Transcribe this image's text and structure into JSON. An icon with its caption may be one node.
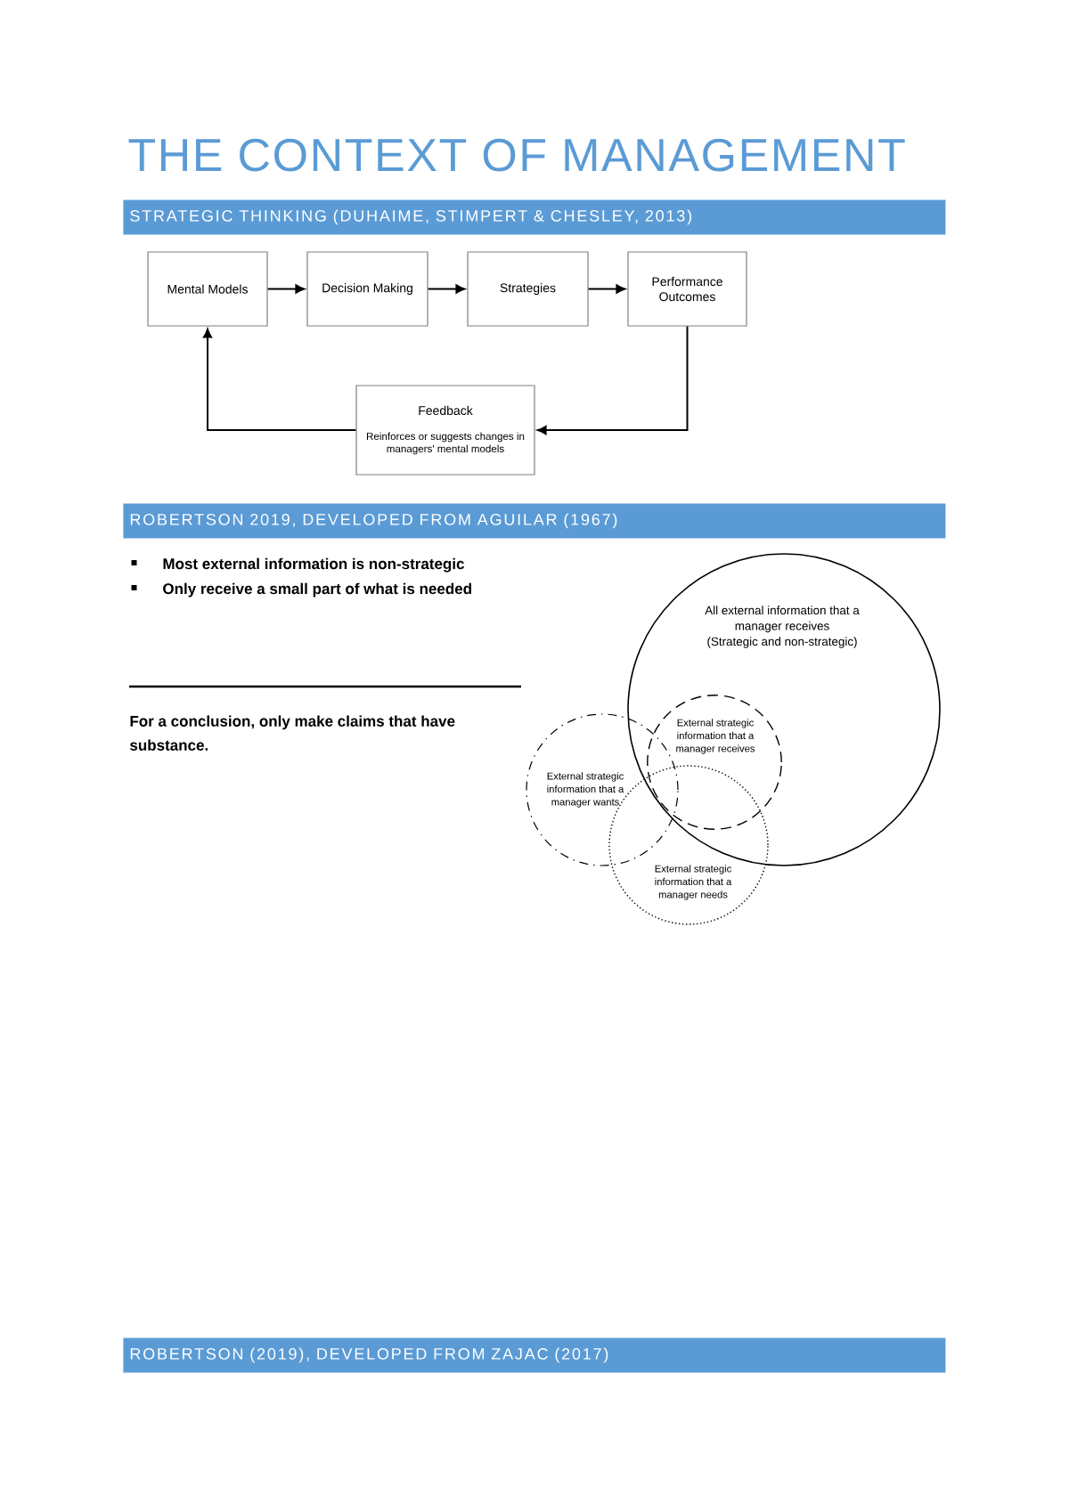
{
  "diagram": {
    "title": "THE CONTEXT OF MANAGEMENT",
    "nodes": [
      {
        "text": [
          "STRATEGIC THINKING (DUHAIME, STIMPERT & CHESLEY, 2013)"
        ]
      },
      {
        "text": [
          "Mental Models"
        ]
      },
      {
        "text": [
          "Decision Making"
        ]
      },
      {
        "text": [
          "Strategies"
        ]
      },
      {
        "text": [
          "Performance Outcomes"
        ]
      },
      {
        "text": [
          "Feedback",
          "Reinforces or suggests changes in managers' mental models"
        ]
      },
      {
        "text": [
          "ROBERTSON 2019, DEVELOPED FROM AGUILAR (1967)"
        ]
      },
      {
        "text": [
          "All external information that a manager receives",
          "(Strategic and non-strategic)"
        ]
      },
      {
        "text": [
          "External strategic information that a manager receives"
        ],
        "in": 7
      },
      {
        "text": [
          "External strategic information that a manager wants"
        ]
      },
      {
        "text": [
          "External strategic information that a manager needs"
        ]
      },
      {
        "text": [
          "ROBERTSON (2019), DEVELOPED FROM ZAJAC (2017)"
        ]
      }
    ],
    "edges": [
      {
        "from": 1,
        "to": 2,
        "arrow": "to"
      },
      {
        "from": 2,
        "to": 3,
        "arrow": "to"
      },
      {
        "from": 3,
        "to": 4,
        "arrow": "to"
      },
      {
        "from": 4,
        "to": 5,
        "arrow": "to"
      },
      {
        "from": 5,
        "to": 1,
        "arrow": "to"
      }
    ],
    "labels": [
      "Most external information is non-strategic",
      "Only receive a small part of what is needed",
      "For a conclusion, only make claims that have substance."
    ]
  }
}
